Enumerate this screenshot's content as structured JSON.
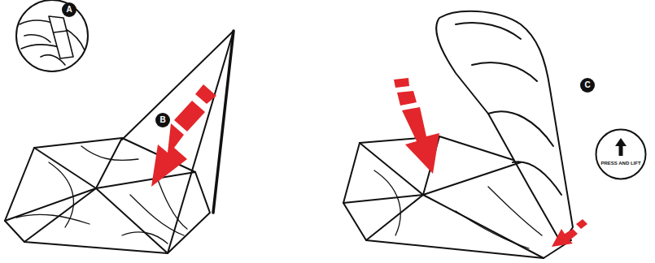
{
  "diagram": {
    "nodes": [
      {
        "text": [
          "A"
        ]
      },
      {
        "text": [
          "B"
        ]
      },
      {
        "text": [
          "C"
        ]
      },
      {
        "text": [
          "PRESS AND LIFT"
        ]
      }
    ]
  }
}
